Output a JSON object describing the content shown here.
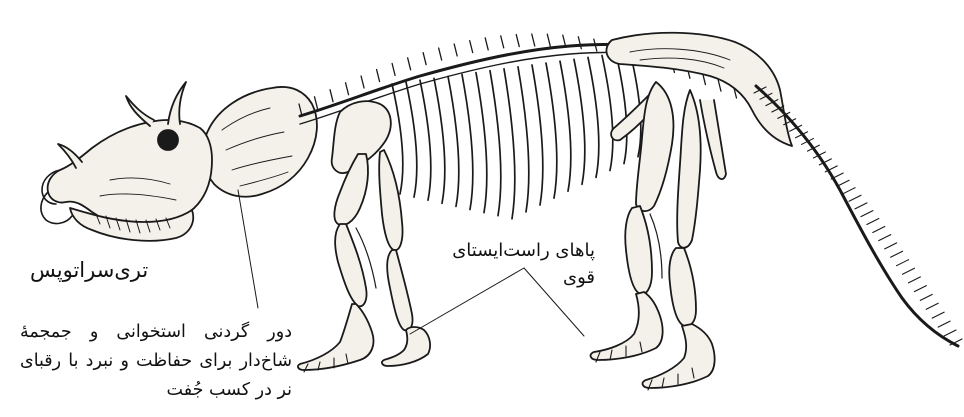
{
  "diagram": {
    "subject_label": "تری‌سراتوپس",
    "frill_annotation": "دور گردنی استخوانی و جمجمهٔ شاخ‌دار برای حفاظت و نبرد با رقبای نر در کسب جُفت",
    "legs_annotation_line1": "پاهای راست‌ایستای",
    "legs_annotation_line2": "قوی",
    "ink_color": "#1a1a1a",
    "background_color": "#ffffff"
  }
}
